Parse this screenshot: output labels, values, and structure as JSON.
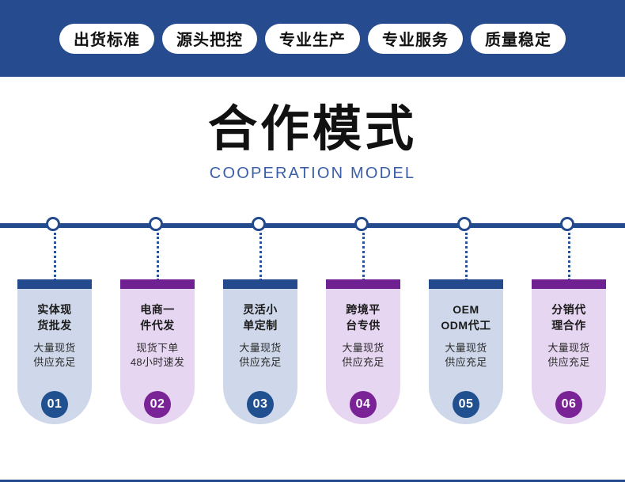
{
  "banner": {
    "background_color": "#264b8e",
    "pills": [
      {
        "label": "出货标准"
      },
      {
        "label": "源头把控"
      },
      {
        "label": "专业生产"
      },
      {
        "label": "专业服务"
      },
      {
        "label": "质量稳定"
      }
    ]
  },
  "heading": {
    "title": "合作模式",
    "subtitle": "COOPERATION MODEL",
    "title_color": "#111111",
    "subtitle_color": "#3a5fa8"
  },
  "timeline": {
    "line_color": "#234a8d",
    "marker_count": 6
  },
  "cards": [
    {
      "number": "01",
      "title": "实体现\n货批发",
      "title_line1": "实体现",
      "title_line2": "货批发",
      "desc_line1": "大量现货",
      "desc_line2": "供应充足",
      "theme": "blue",
      "cap_color": "#234a8d",
      "body_color": "#ced8ea",
      "badge_color": "#20508f"
    },
    {
      "number": "02",
      "title": "电商一\n件代发",
      "title_line1": "电商一",
      "title_line2": "件代发",
      "desc_line1": "现货下单",
      "desc_line2": "48小时速发",
      "theme": "purple",
      "cap_color": "#6f2091",
      "body_color": "#e7d6f1",
      "badge_color": "#7a2397"
    },
    {
      "number": "03",
      "title": "灵活小\n单定制",
      "title_line1": "灵活小",
      "title_line2": "单定制",
      "desc_line1": "大量现货",
      "desc_line2": "供应充足",
      "theme": "blue",
      "cap_color": "#234a8d",
      "body_color": "#ced8ea",
      "badge_color": "#20508f"
    },
    {
      "number": "04",
      "title": "跨境平\n台专供",
      "title_line1": "跨境平",
      "title_line2": "台专供",
      "desc_line1": "大量现货",
      "desc_line2": "供应充足",
      "theme": "purple",
      "cap_color": "#6f2091",
      "body_color": "#e7d6f1",
      "badge_color": "#7a2397"
    },
    {
      "number": "05",
      "title": "OEM\nODM代工",
      "title_line1": "OEM",
      "title_line2": "ODM代工",
      "desc_line1": "大量现货",
      "desc_line2": "供应充足",
      "theme": "blue",
      "cap_color": "#234a8d",
      "body_color": "#ced8ea",
      "badge_color": "#20508f"
    },
    {
      "number": "06",
      "title": "分销代\n理合作",
      "title_line1": "分销代",
      "title_line2": "理合作",
      "desc_line1": "大量现货",
      "desc_line2": "供应充足",
      "theme": "purple",
      "cap_color": "#6f2091",
      "body_color": "#e7d6f1",
      "badge_color": "#7a2397"
    }
  ],
  "bottom_rule_color": "#234a8d"
}
